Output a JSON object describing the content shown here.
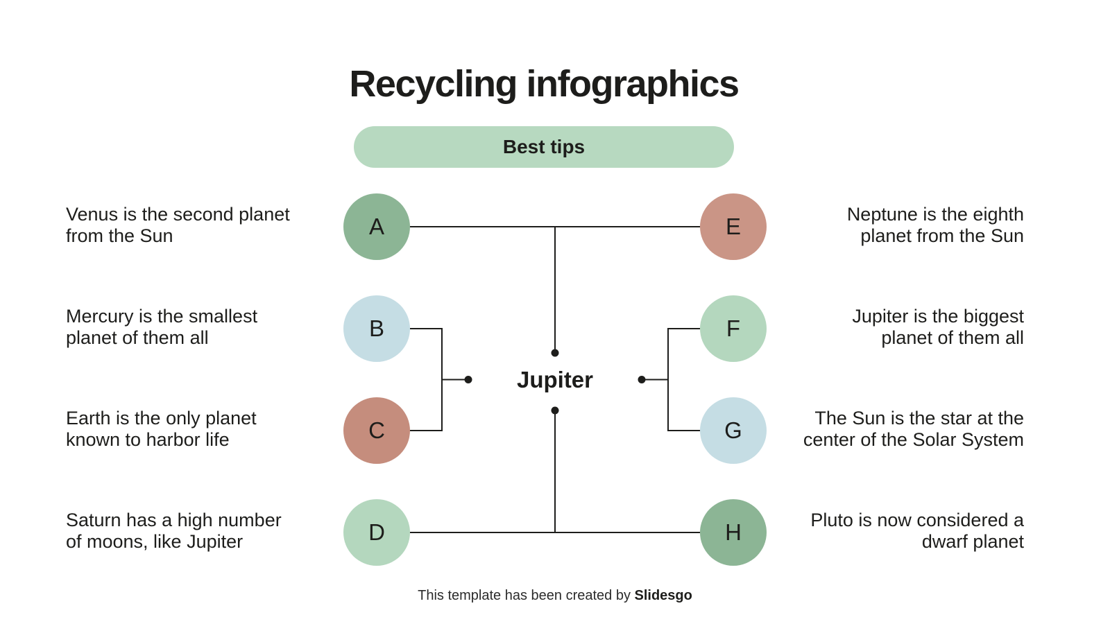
{
  "title": "Recycling infographics",
  "pill": {
    "label": "Best tips"
  },
  "center_label": "Jupiter",
  "left_nodes": [
    {
      "letter": "A",
      "color": "#8cb595",
      "text": "Venus is the second planet\nfrom the Sun"
    },
    {
      "letter": "B",
      "color": "#c5dde4",
      "text": "Mercury is the smallest\nplanet of them all"
    },
    {
      "letter": "C",
      "color": "#c58d7d",
      "text": "Earth is the only planet\nknown to harbor life"
    },
    {
      "letter": "D",
      "color": "#b4d7be",
      "text": "Saturn has a high number\nof moons, like Jupiter"
    }
  ],
  "right_nodes": [
    {
      "letter": "E",
      "color": "#ca9586",
      "text": "Neptune is the eighth\nplanet from the Sun"
    },
    {
      "letter": "F",
      "color": "#b4d7be",
      "text": "Jupiter is the biggest\nplanet of them all"
    },
    {
      "letter": "G",
      "color": "#c5dde4",
      "text": "The Sun is the star at the\ncenter of the Solar System"
    },
    {
      "letter": "H",
      "color": "#8cb595",
      "text": "Pluto is now considered a\ndwarf planet"
    }
  ],
  "footer": {
    "prefix": "This template has been created by ",
    "brand": "Slidesgo"
  },
  "colors": {
    "background": "#ffffff",
    "pill_bg": "#b7d9c0",
    "line": "#1d1d1b",
    "text": "#1d1d1b"
  }
}
